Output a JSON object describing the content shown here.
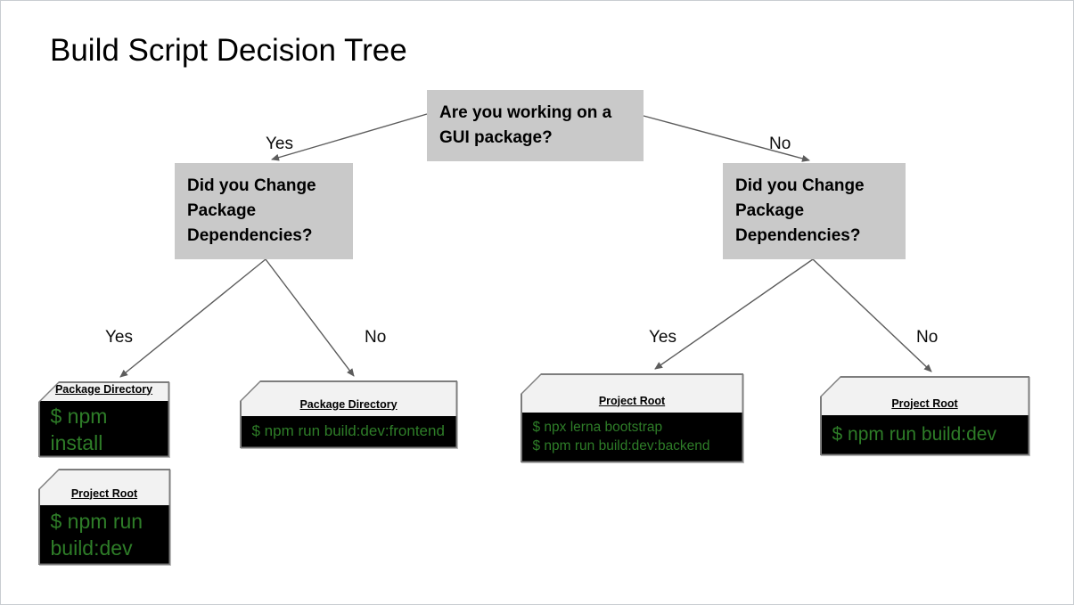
{
  "title": "Build Script Decision Tree",
  "colors": {
    "decision_node_fill": "#c9c9c9",
    "leaf_header_fill": "#f2f2f2",
    "leaf_border": "#7d7d7d",
    "terminal_background": "#000000",
    "terminal_text_green": "#2e7d28",
    "edge_line": "#5c5c5c"
  },
  "tree": {
    "root": {
      "question": "Are you working on a GUI package?",
      "yes_label": "Yes",
      "no_label": "No"
    },
    "gui_branch": {
      "question": "Did you Change Package Dependencies?",
      "yes_label": "Yes",
      "no_label": "No"
    },
    "non_gui_branch": {
      "question": "Did you Change Package Dependencies?",
      "yes_label": "Yes",
      "no_label": "No"
    },
    "leaves": [
      {
        "location": "Package Directory",
        "lines": [
          "$ npm install"
        ]
      },
      {
        "location": "Project Root",
        "lines": [
          "$ npm run build:dev"
        ]
      },
      {
        "location": "Package Directory",
        "lines": [
          "$ npm run build:dev:frontend"
        ]
      },
      {
        "location": "Project Root",
        "lines": [
          "$ npx lerna bootstrap",
          "$ npm run build:dev:backend"
        ]
      },
      {
        "location": "Project Root",
        "lines": [
          "$ npm run build:dev"
        ]
      }
    ]
  }
}
